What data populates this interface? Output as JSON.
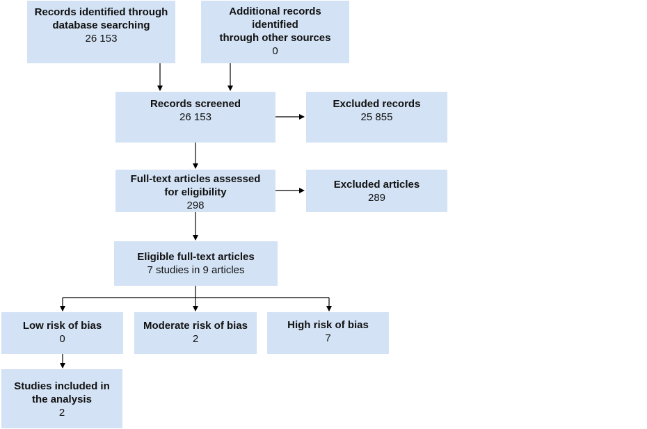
{
  "colors": {
    "box_fill": "#d3e2f5",
    "line": "#000000"
  },
  "boxes": {
    "db_search": {
      "title": "Records identified through\ndatabase searching",
      "value": "26 153"
    },
    "other_sources": {
      "title": "Additional records\nidentified\nthrough other sources",
      "value": "0"
    },
    "screened": {
      "title": "Records screened",
      "value": "26 153"
    },
    "excluded_records": {
      "title": "Excluded records",
      "value": "25 855"
    },
    "fulltext": {
      "title": "Full-text articles assessed\nfor eligibility",
      "value": "298"
    },
    "excluded_articles": {
      "title": "Excluded articles",
      "value": "289"
    },
    "eligible": {
      "title": "Eligible full-text articles",
      "value": "7 studies in 9 articles"
    },
    "low_risk": {
      "title": "Low risk of bias",
      "value": "0"
    },
    "moderate_risk": {
      "title": "Moderate risk of bias",
      "value": "2"
    },
    "high_risk": {
      "title": "High risk of bias",
      "value": "7"
    },
    "included": {
      "title": "Studies included in\nthe analysis",
      "value": "2"
    }
  }
}
